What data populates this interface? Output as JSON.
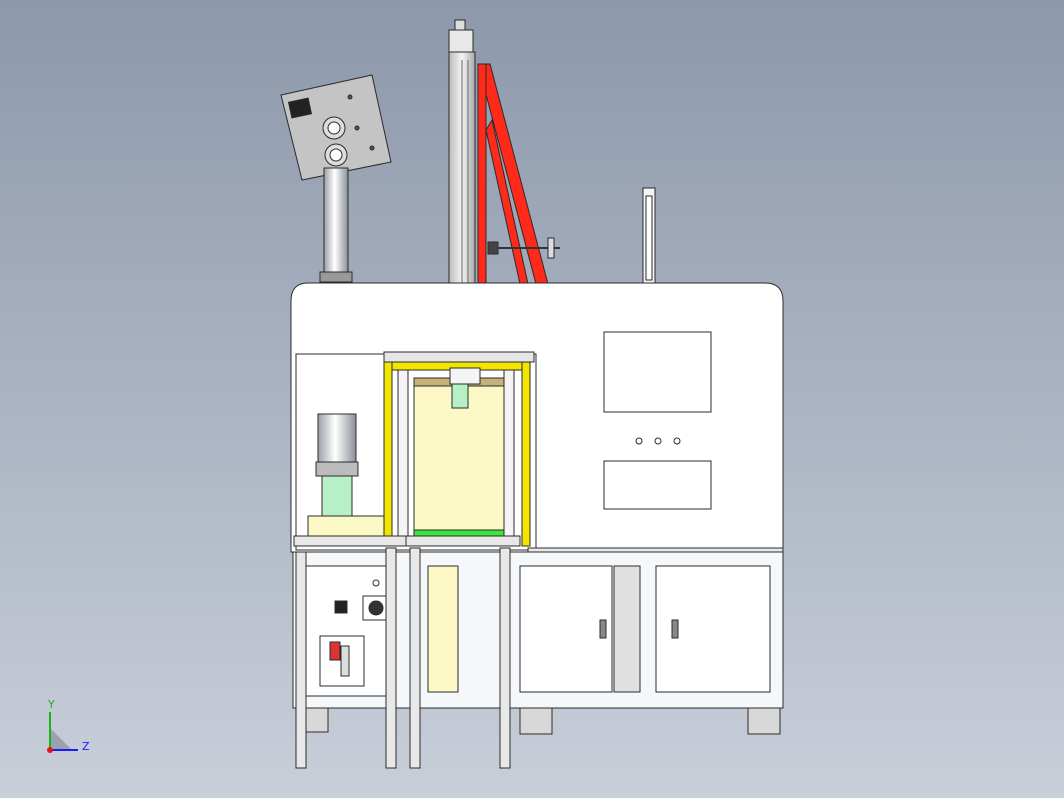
{
  "scene": {
    "type": "CAD assembly drawing (side view)",
    "background_top": "#8f9bae",
    "background_bottom": "#c7cdd8",
    "colors": {
      "frame_red": "#ff2a1a",
      "frame_yellow": "#f2e600",
      "panel_cream": "#fbf8c6",
      "green_part": "#39e639",
      "mint_part": "#b6f0c4",
      "housing_white": "#ffffff",
      "cabinet_light": "#f5f8fb",
      "outline": "#2b2b2b"
    }
  },
  "triad": {
    "y_label": "Y",
    "z_label": "Z",
    "x_axis_color": "#e01616",
    "y_axis_color": "#16b616",
    "z_axis_color": "#1a1aff"
  }
}
